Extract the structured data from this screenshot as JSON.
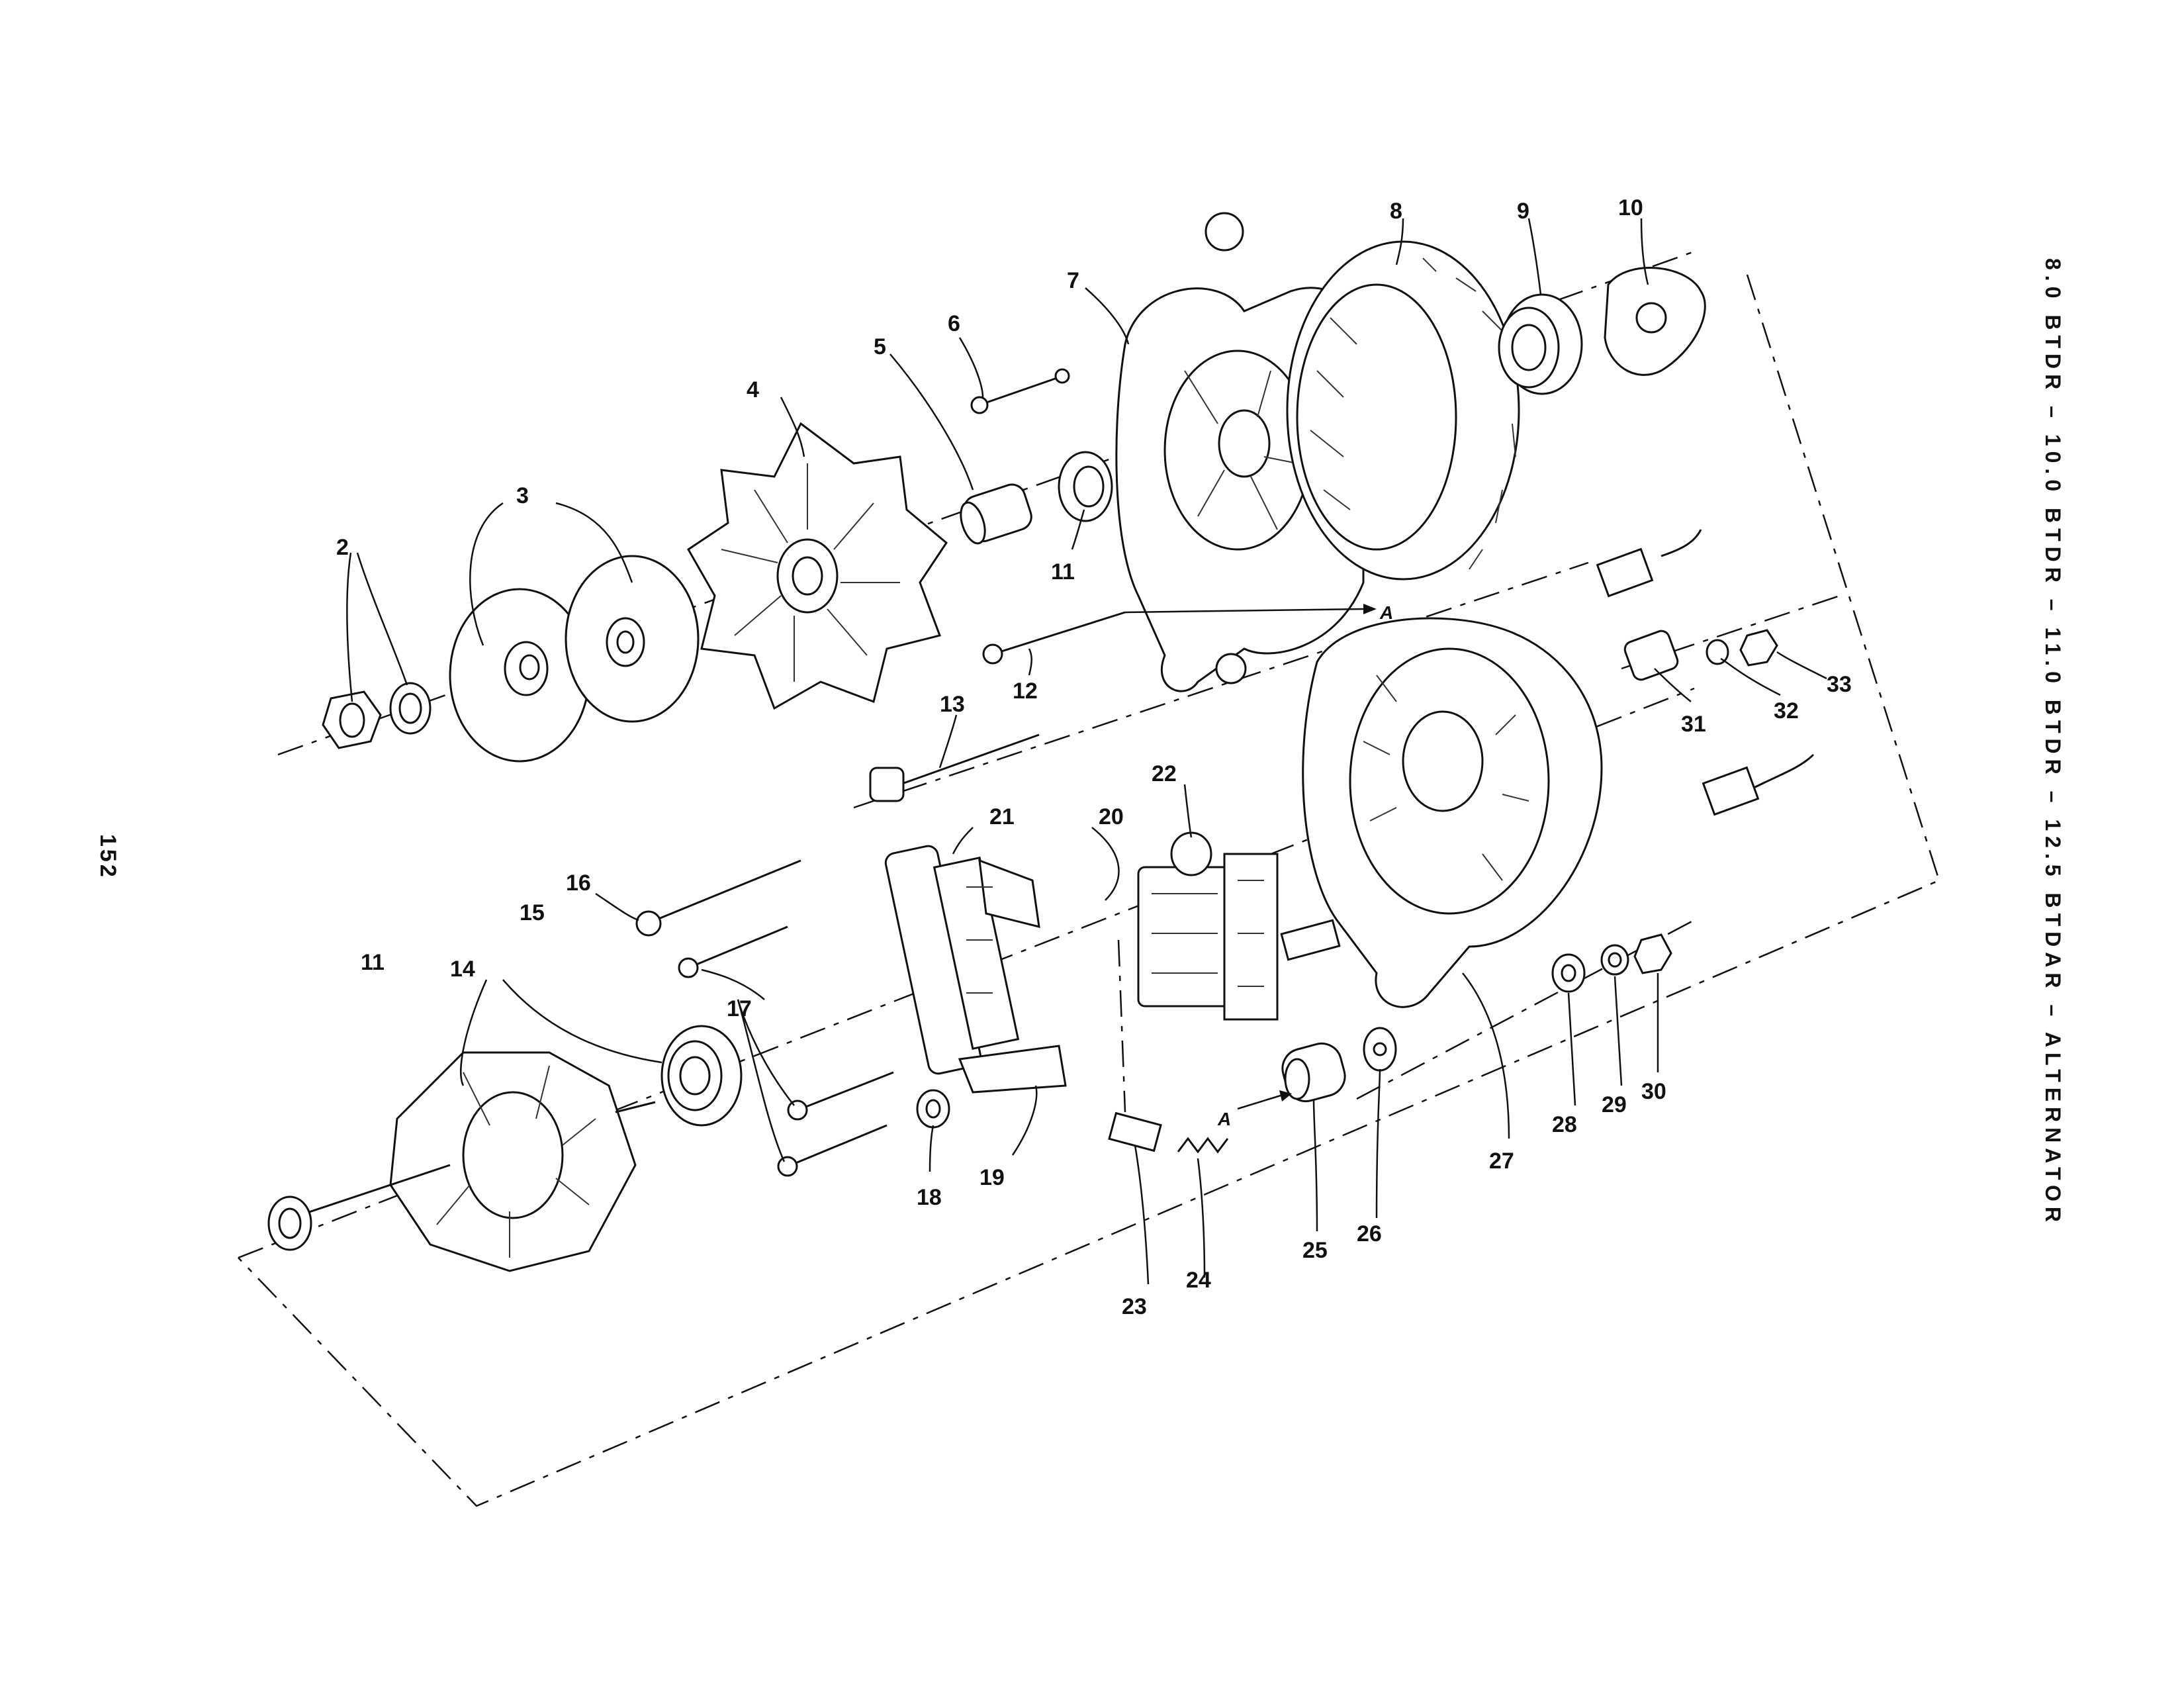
{
  "side_title": "8.0 BTDR – 10.0 BTDR – 11.0 BTDR – 12.5 BTDAR – ALTERNATOR",
  "page_number": "152",
  "arrow_label": "A",
  "callouts": [
    "2",
    "3",
    "4",
    "5",
    "6",
    "7",
    "8",
    "9",
    "10",
    "11",
    "12",
    "13",
    "14",
    "15",
    "16",
    "17",
    "18",
    "19",
    "20",
    "21",
    "22",
    "23",
    "24",
    "25",
    "26",
    "27",
    "28",
    "29",
    "30",
    "31",
    "32",
    "33"
  ],
  "callout_11_second": "11",
  "callout_17_second": "17"
}
